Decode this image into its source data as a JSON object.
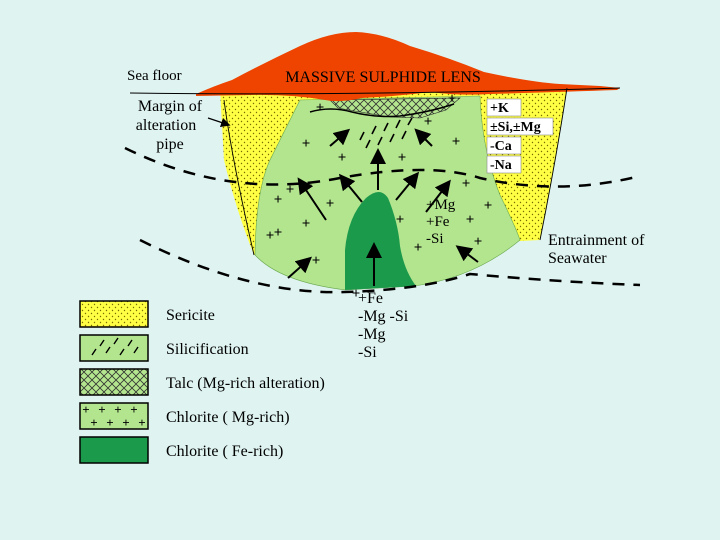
{
  "diagram": {
    "labels": {
      "sea_floor": "Sea floor",
      "lens": "MASSIVE SULPHIDE LENS",
      "margin_line1": "Margin of",
      "margin_line2": "alteration",
      "margin_line3": "pipe",
      "entrainment_line1": "Entrainment of",
      "entrainment_line2": "Seawater"
    },
    "sericite_changes": [
      "+K",
      "±Si,±Mg",
      "-Ca",
      "-Na"
    ],
    "chlorite_changes": [
      "+Mg",
      "+Fe",
      "-Si"
    ],
    "fluid_changes": [
      "+Fe",
      "-Mg  -Si",
      "-Mg",
      "-Si"
    ]
  },
  "legend": [
    {
      "label": "Sericite",
      "color": "#ffff44",
      "pattern": "dots-icon"
    },
    {
      "label": "Silicification",
      "color": "#b3e58e",
      "pattern": "dashes-icon"
    },
    {
      "label": "Talc (Mg-rich alteration)",
      "color": "#b3e58e",
      "pattern": "crosshatch-icon"
    },
    {
      "label": "Chlorite ( Mg-rich)",
      "color": "#b3e58e",
      "pattern": "plus-icon"
    },
    {
      "label": "Chlorite ( Fe-rich)",
      "color": "#1c9a4c",
      "pattern": "solid"
    }
  ],
  "colors": {
    "background": "#dff4f1",
    "lens": "#ee4400",
    "sericite": "#ffff44",
    "chlorite_mg": "#b3e58e",
    "chlorite_fe": "#1c9a4c"
  }
}
